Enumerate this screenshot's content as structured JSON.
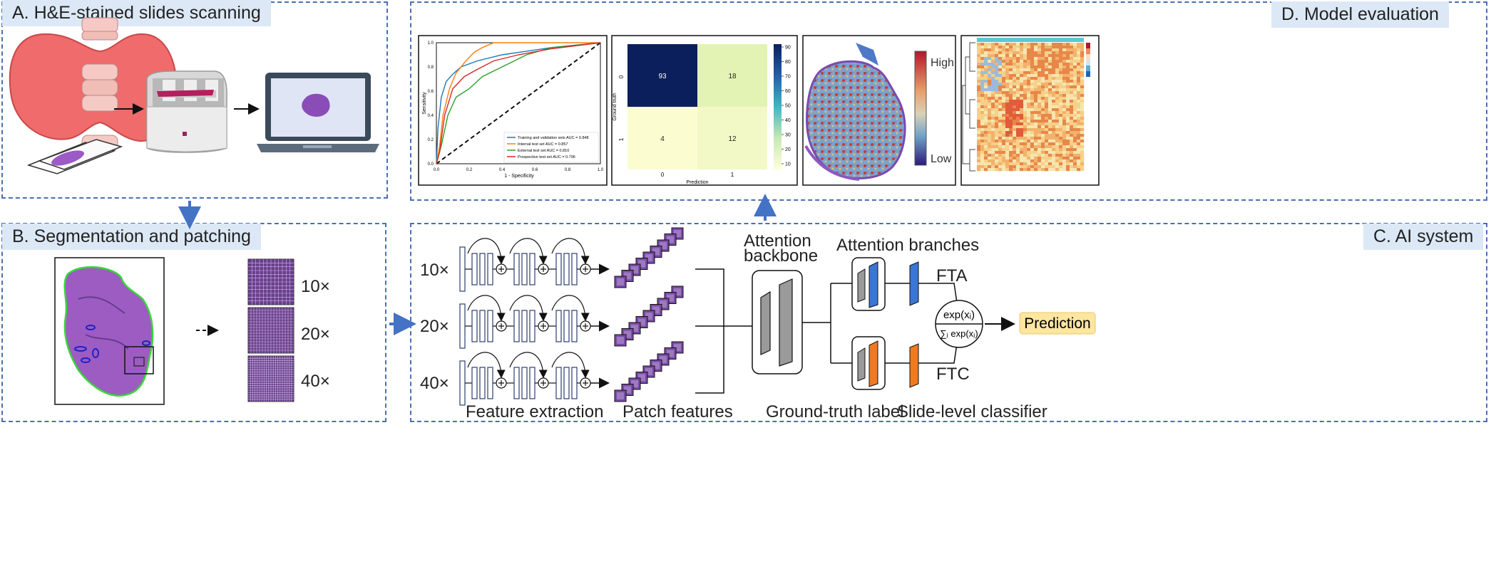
{
  "panels": {
    "a": "A. H&E-stained slides scanning",
    "b": "B. Segmentation and patching",
    "c": "C. AI system",
    "d": "D. Model evaluation"
  },
  "patching": {
    "mag_10": "10×",
    "mag_20": "20×",
    "mag_40": "40×"
  },
  "ai": {
    "mag_10": "10×",
    "mag_20": "20×",
    "mag_40": "40×",
    "feature_extraction": "Feature extraction",
    "patch_features": "Patch features",
    "attention_backbone_1": "Attention",
    "attention_backbone_2": "backbone",
    "attention_branches": "Attention branches",
    "fta": "FTA",
    "ftc": "FTC",
    "ground_truth_label": "Ground-truth label",
    "slide_level_classifier": "Slide-level classifier",
    "prediction": "Prediction",
    "softmax_num": "exp(xᵢ)",
    "softmax_den": "∑ⱼ exp(xⱼ)"
  },
  "roc": {
    "x_label": "1 - Specificity",
    "y_label": "Sensitivity",
    "ticks": [
      "0.0",
      "0.2",
      "0.4",
      "0.6",
      "0.8",
      "1.0"
    ],
    "legend": [
      {
        "label": "Training and validation sets AUC = 0.848",
        "color": "#1f77b4"
      },
      {
        "label": "Internal test set AUC = 0.857",
        "color": "#ff7f0e"
      },
      {
        "label": "External test set AUC = 0.810",
        "color": "#2ca02c"
      },
      {
        "label": "Prospective test set AUC = 0.796",
        "color": "#d62728"
      }
    ]
  },
  "confusion": {
    "y_label": "Ground truth",
    "x_label": "Prediction",
    "row_labels": [
      "0",
      "1"
    ],
    "col_labels": [
      "0",
      "1"
    ],
    "values": [
      [
        93,
        18
      ],
      [
        4,
        12
      ]
    ],
    "colorbar_ticks": [
      "90",
      "80",
      "70",
      "60",
      "50",
      "40",
      "30",
      "20",
      "10"
    ]
  },
  "heatmap_legend": {
    "high": "High",
    "low": "Low"
  }
}
